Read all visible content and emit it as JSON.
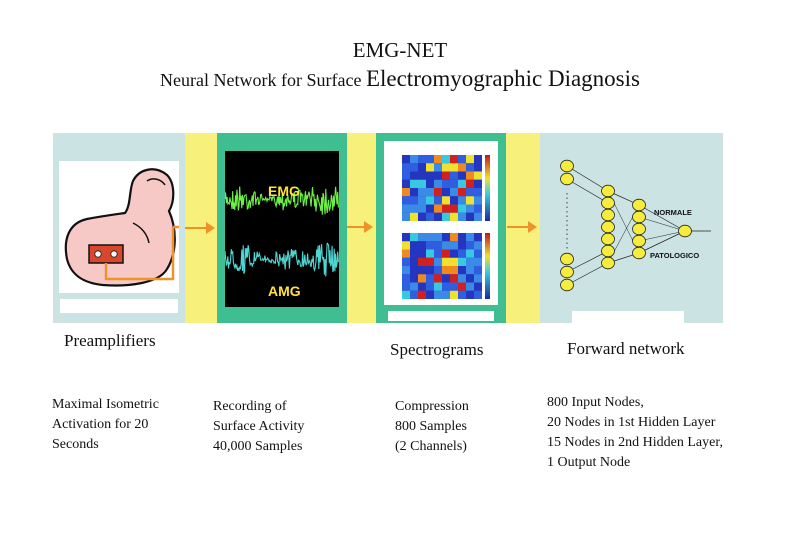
{
  "title": "EMG-NET",
  "subtitle": {
    "prefix": "Neural Network for Surface ",
    "emphasis": "Electromyographic Diagnosis"
  },
  "colors": {
    "yellow": "#f7f07a",
    "panel_blue": "#cbe3e3",
    "panel_green": "#3fbf91",
    "arrow": "#f0922a",
    "node": "#f5ec3c",
    "arm": "#f7c9c6",
    "electrode": "#d8462c"
  },
  "panels": [
    {
      "id": "preamplifiers",
      "caption": "Preamplifiers",
      "description": "Maximal Isometric\nActivation for 20\nSeconds",
      "icon": "arm-with-electrode"
    },
    {
      "id": "recording",
      "caption": "",
      "signal_labels": [
        "EMG",
        "AMG"
      ],
      "description": "Recording of\nSurface Activity\n40,000 Samples"
    },
    {
      "id": "spectrograms",
      "caption": "Spectrograms",
      "description": "Compression\n800 Samples\n(2 Channels)"
    },
    {
      "id": "network",
      "caption": "Forward network",
      "output_labels": [
        "NORMALE",
        "PATOLOGICO"
      ],
      "description": "800 Input Nodes,\n20 Nodes in 1st Hidden Layer\n15 Nodes in 2nd Hidden Layer,\n1 Output Node"
    }
  ]
}
